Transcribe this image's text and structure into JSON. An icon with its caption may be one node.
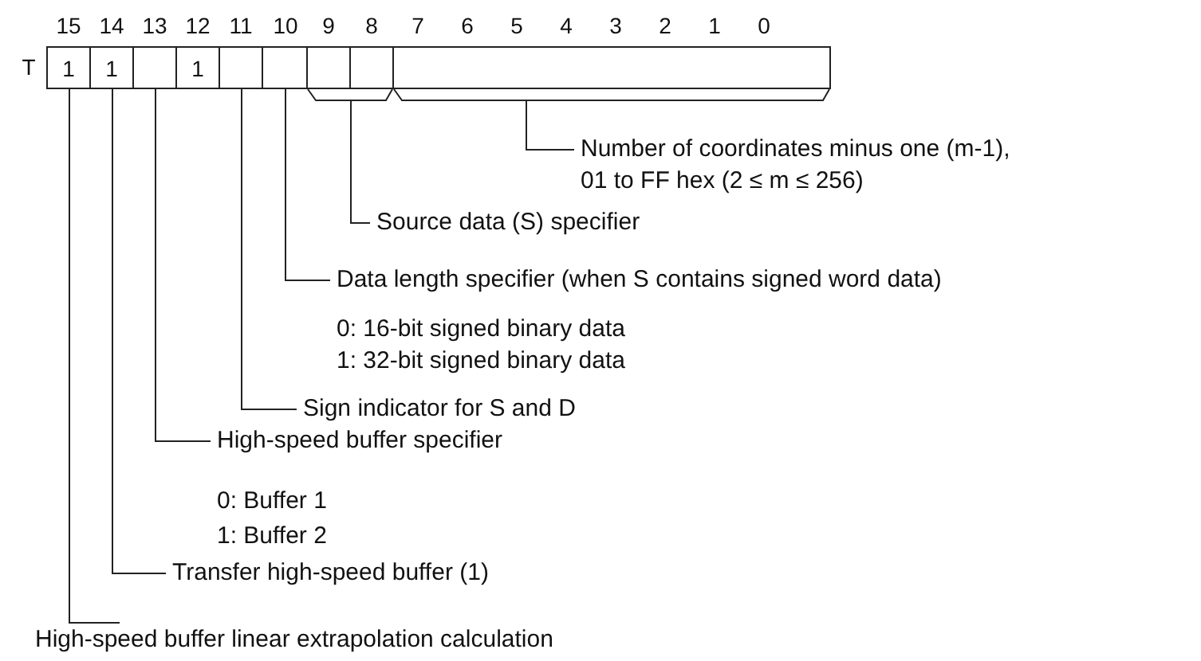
{
  "diagram": {
    "nodes": [
      {
        "text": [
          "1"
        ]
      },
      {
        "text": [
          "1"
        ]
      },
      {
        "text": [],
        "shape": "box"
      },
      {
        "text": [
          "1"
        ]
      },
      {
        "text": [],
        "shape": "box"
      },
      {
        "text": [],
        "shape": "box"
      },
      {
        "text": [],
        "shape": "box"
      },
      {
        "text": [],
        "shape": "box"
      },
      {
        "text": [],
        "shape": "box"
      },
      {
        "text": [
          "Number of coordinates minus one (m-1),",
          "01 to FF hex (2 ≤ m ≤ 256)"
        ]
      },
      {
        "text": [
          "Source data (S) specifier"
        ]
      },
      {
        "text": [
          "Data length specifier (when S contains signed word data)",
          "0: 16-bit signed binary data",
          "1: 32-bit signed binary data"
        ]
      },
      {
        "text": [
          "Sign indicator for S and D"
        ]
      },
      {
        "text": [
          "High-speed buffer specifier",
          "0: Buffer 1",
          "1: Buffer 2"
        ]
      },
      {
        "text": [
          "Transfer high-speed buffer (1)"
        ]
      },
      {
        "text": [
          "High-speed buffer linear extrapolation calculation"
        ]
      }
    ],
    "edges": [
      {
        "from": 9,
        "to": 8,
        "arrow": "none"
      },
      {
        "from": 10,
        "to": 6,
        "arrow": "none"
      },
      {
        "from": 10,
        "to": 7,
        "arrow": "none"
      },
      {
        "from": 11,
        "to": 5,
        "arrow": "none"
      },
      {
        "from": 12,
        "to": 4,
        "arrow": "none"
      },
      {
        "from": 13,
        "to": 2,
        "arrow": "none"
      },
      {
        "from": 14,
        "to": 1,
        "arrow": "none"
      },
      {
        "from": 15,
        "to": 0,
        "arrow": "none"
      }
    ],
    "labels": [
      "15",
      "14",
      "13",
      "12",
      "11",
      "10",
      "9",
      "8",
      "7",
      "6",
      "5",
      "4",
      "3",
      "2",
      "1",
      "0",
      "T"
    ]
  }
}
